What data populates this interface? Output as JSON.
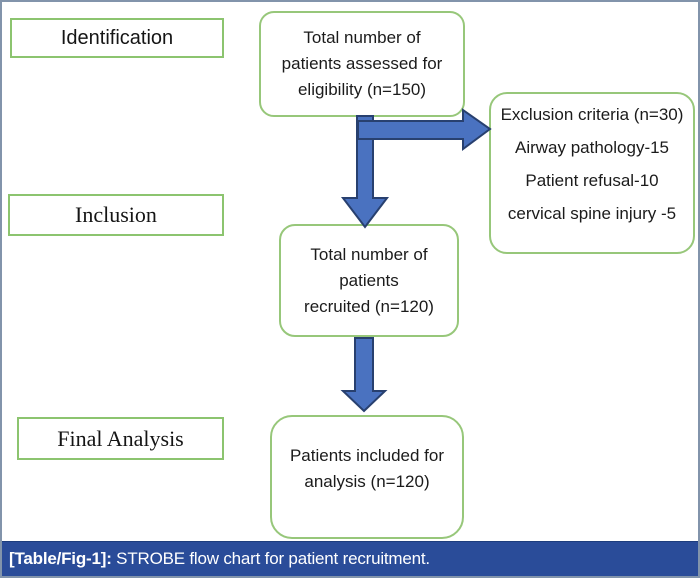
{
  "diagram": {
    "stage_labels": [
      "Identification",
      "Inclusion",
      "Final Analysis"
    ],
    "boxes": {
      "assessed": {
        "lines": [
          "Total number of",
          "patients assessed for",
          "eligibility (n=150)"
        ]
      },
      "recruited": {
        "lines": [
          "Total number of",
          "patients",
          "recruited (n=120)"
        ]
      },
      "analysis": {
        "lines": [
          "Patients included for",
          "analysis (n=120)"
        ]
      },
      "exclusion": {
        "lines": [
          "Exclusion criteria (n=30)",
          "Airway pathology-15",
          "Patient refusal-10",
          "cervical spine injury -5"
        ]
      }
    },
    "colors": {
      "box_border_green": "#97c77a",
      "stage_border_green": "#8cc46f",
      "arrow_fill": "#4a72c0",
      "arrow_stroke": "#28406f",
      "frame_border": "#8294ab",
      "caption_bg": "#2a4c99",
      "caption_text": "#ffffff"
    }
  },
  "caption": {
    "tag": "[Table/Fig-1]:",
    "text": " STROBE flow chart for patient recruitment."
  }
}
